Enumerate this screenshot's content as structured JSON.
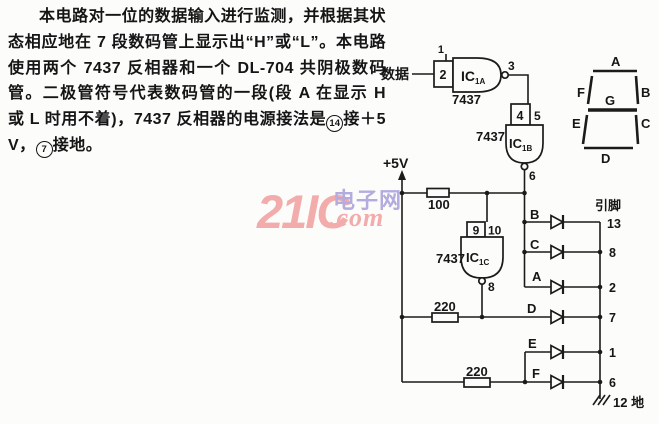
{
  "paragraph": {
    "seg1": "本电路对一位的数据输入进行监测，并根据其状态相应地在 7 段数码管上显示出“H”或“L”。本电路使用两个 7437 反相器和一个 DL-704 共阴极数码管。二极管符号代表数码管的一段(段 A 在显示 H 或 L 时用不着)，7437 反相器的电源接法是",
    "pin14": "14",
    "seg2": "接＋5 V，",
    "pin7": "7",
    "seg3": "接地。"
  },
  "watermark": {
    "part_main": "21IC",
    "part_cn": "电子网",
    "part_com": ".com",
    "pink": "#f2acac",
    "purple": "#b4abdf"
  },
  "circuit": {
    "data_label": "数据",
    "vcc_label": "+5V",
    "pins_header": "引脚",
    "ground_label": "12 地",
    "gates": {
      "g1": {
        "ic": "IC",
        "sub": "1A",
        "part": "7437",
        "pin_top": "1",
        "pin_box": "2",
        "pin_out": "3"
      },
      "g2": {
        "ic": "IC",
        "sub": "1B",
        "part": "7437",
        "pin_box": "4",
        "pin_side": "5",
        "pin_out": "6"
      },
      "g3": {
        "ic": "IC",
        "sub": "1C",
        "part": "7437",
        "pin_box": "9",
        "pin_side": "10",
        "pin_out": "8"
      }
    },
    "resistors": {
      "r1": "100",
      "r2": "220",
      "r3": "220"
    },
    "display_segments": {
      "a": "A",
      "f": "F",
      "b": "B",
      "g": "G",
      "e": "E",
      "c": "C",
      "d": "D"
    },
    "rows": [
      {
        "segment": "B",
        "pin": "13"
      },
      {
        "segment": "C",
        "pin": "8"
      },
      {
        "segment": "A",
        "pin": "2"
      },
      {
        "segment": "D",
        "pin": "7"
      },
      {
        "segment": "E",
        "pin": "1"
      },
      {
        "segment": "F",
        "pin": "6"
      }
    ]
  }
}
